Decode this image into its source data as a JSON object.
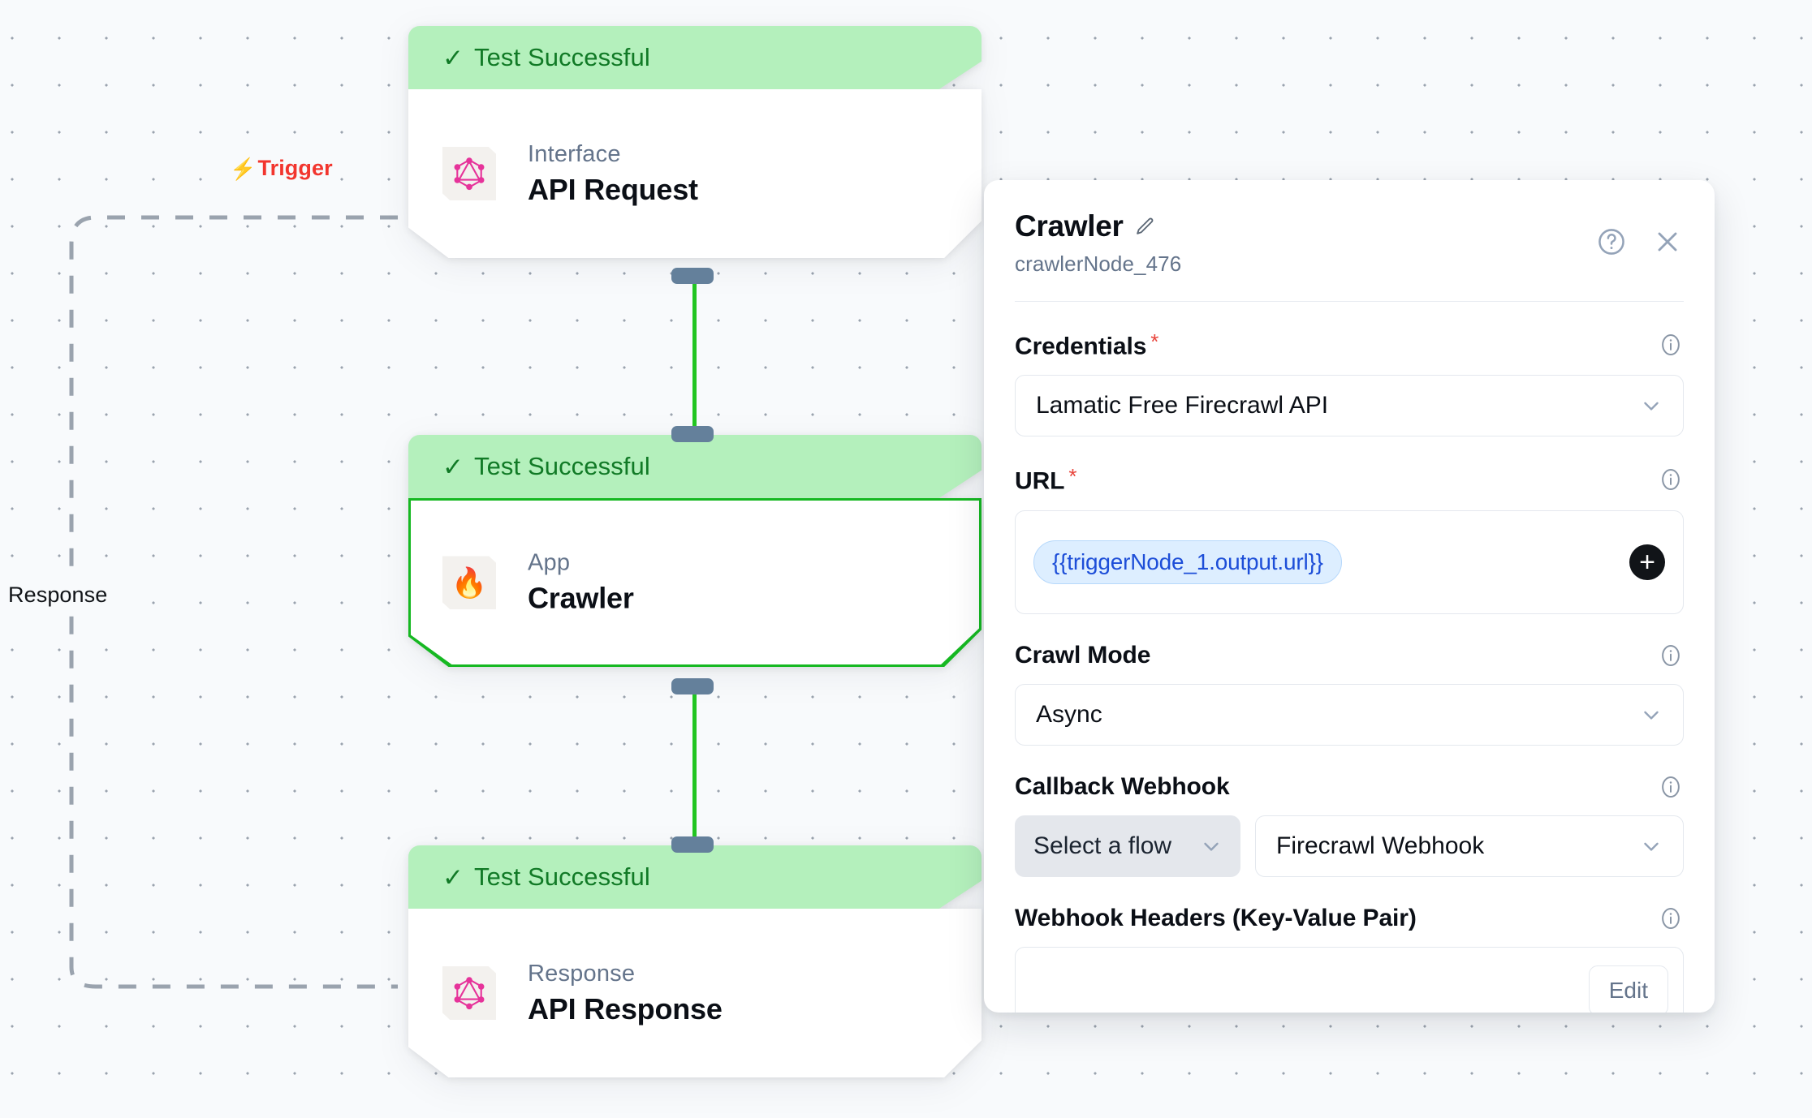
{
  "canvas": {
    "loop": {
      "trigger_label": "Trigger",
      "bolt_icon": "lightning-bolt-icon",
      "response_label": "Response"
    },
    "nodes": [
      {
        "status": "Test Successful",
        "status_check": "✓",
        "kind": "Interface",
        "title": "API Request",
        "icon": "graphql-icon",
        "selected": false
      },
      {
        "status": "Test Successful",
        "status_check": "✓",
        "kind": "App",
        "title": "Crawler",
        "icon": "fire-icon",
        "icon_emoji": "🔥",
        "selected": true
      },
      {
        "status": "Test Successful",
        "status_check": "✓",
        "kind": "Response",
        "title": "API Response",
        "icon": "graphql-icon",
        "selected": false
      }
    ]
  },
  "panel": {
    "title": "Crawler",
    "node_id": "crawlerNode_476",
    "edit_icon": "pencil-icon",
    "help_icon": "question-circle-icon",
    "close_icon": "close-icon",
    "fields": {
      "credentials": {
        "label": "Credentials",
        "required": "*",
        "value": "Lamatic Free Firecrawl API",
        "info_icon": "info-icon"
      },
      "url": {
        "label": "URL",
        "required": "*",
        "token": "{{triggerNode_1.output.url}}",
        "add_label": "+",
        "info_icon": "info-icon"
      },
      "crawl_mode": {
        "label": "Crawl Mode",
        "value": "Async",
        "info_icon": "info-icon"
      },
      "callback_webhook": {
        "label": "Callback Webhook",
        "flow_value": "Select a flow",
        "webhook_value": "Firecrawl Webhook",
        "info_icon": "info-icon"
      },
      "webhook_headers": {
        "label": "Webhook Headers (Key-Value Pair)",
        "edit_label": "Edit",
        "info_icon": "info-icon"
      }
    }
  },
  "colors": {
    "status_bg": "#b4f0bc",
    "status_text": "#117a26",
    "selected_border": "#16b822",
    "edge": "#21c521",
    "handle": "#64809b",
    "trigger": "#f2352e",
    "token_text": "#1d4ed8",
    "required": "#e8453c"
  }
}
